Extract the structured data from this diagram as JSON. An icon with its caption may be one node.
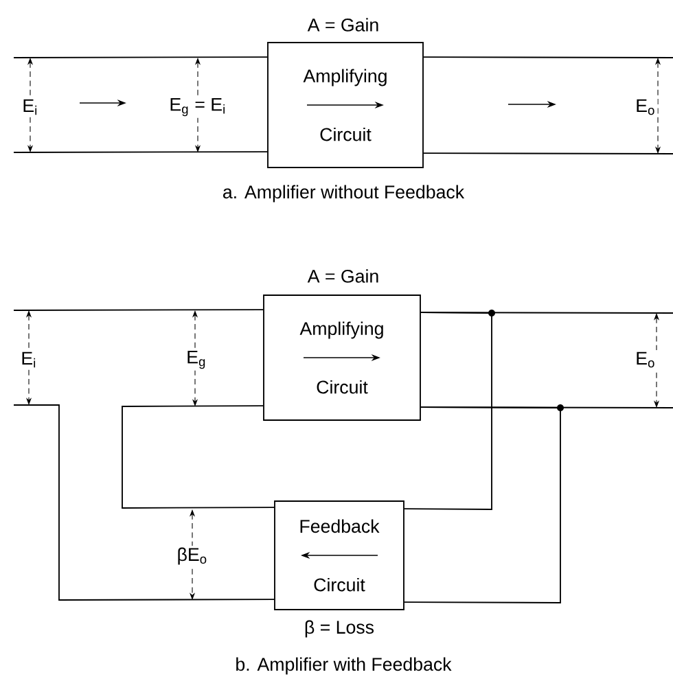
{
  "diagram": {
    "nodes": [
      {
        "text": [
          "Amplifying",
          "Circuit"
        ],
        "beside": [
          "A = Gain"
        ]
      },
      {
        "text": [
          "Amplifying",
          "Circuit"
        ],
        "beside": [
          "A = Gain"
        ]
      },
      {
        "text": [
          "Feedback",
          "Circuit"
        ],
        "beside": [
          "β = Loss"
        ]
      }
    ],
    "edges": [
      {
        "from": null,
        "to": 0,
        "arrow": "none"
      },
      {
        "from": null,
        "to": 0,
        "arrow": "none"
      },
      {
        "from": 0,
        "to": null,
        "arrow": "none"
      },
      {
        "from": 0,
        "to": null,
        "arrow": "none"
      },
      {
        "from": null,
        "to": 1,
        "arrow": "none"
      },
      {
        "from": 1,
        "to": null,
        "arrow": "none"
      },
      {
        "from": 1,
        "to": null,
        "arrow": "none"
      },
      {
        "from": 1,
        "to": 2,
        "arrow": "none"
      },
      {
        "from": 1,
        "to": 2,
        "arrow": "none"
      },
      {
        "from": 2,
        "to": 1,
        "arrow": "none"
      },
      {
        "from": null,
        "to": 2,
        "arrow": "none"
      }
    ],
    "labels": [
      "E$_{i}$",
      "E$_{g}$ = E$_{i}$",
      "E$_{o}$",
      "a. Amplifier without Feedback",
      "E$_{i}$",
      "E$_{g}$",
      "E$_{o}$",
      "βE$_{o}$",
      "b. Amplifier with Feedback"
    ]
  }
}
